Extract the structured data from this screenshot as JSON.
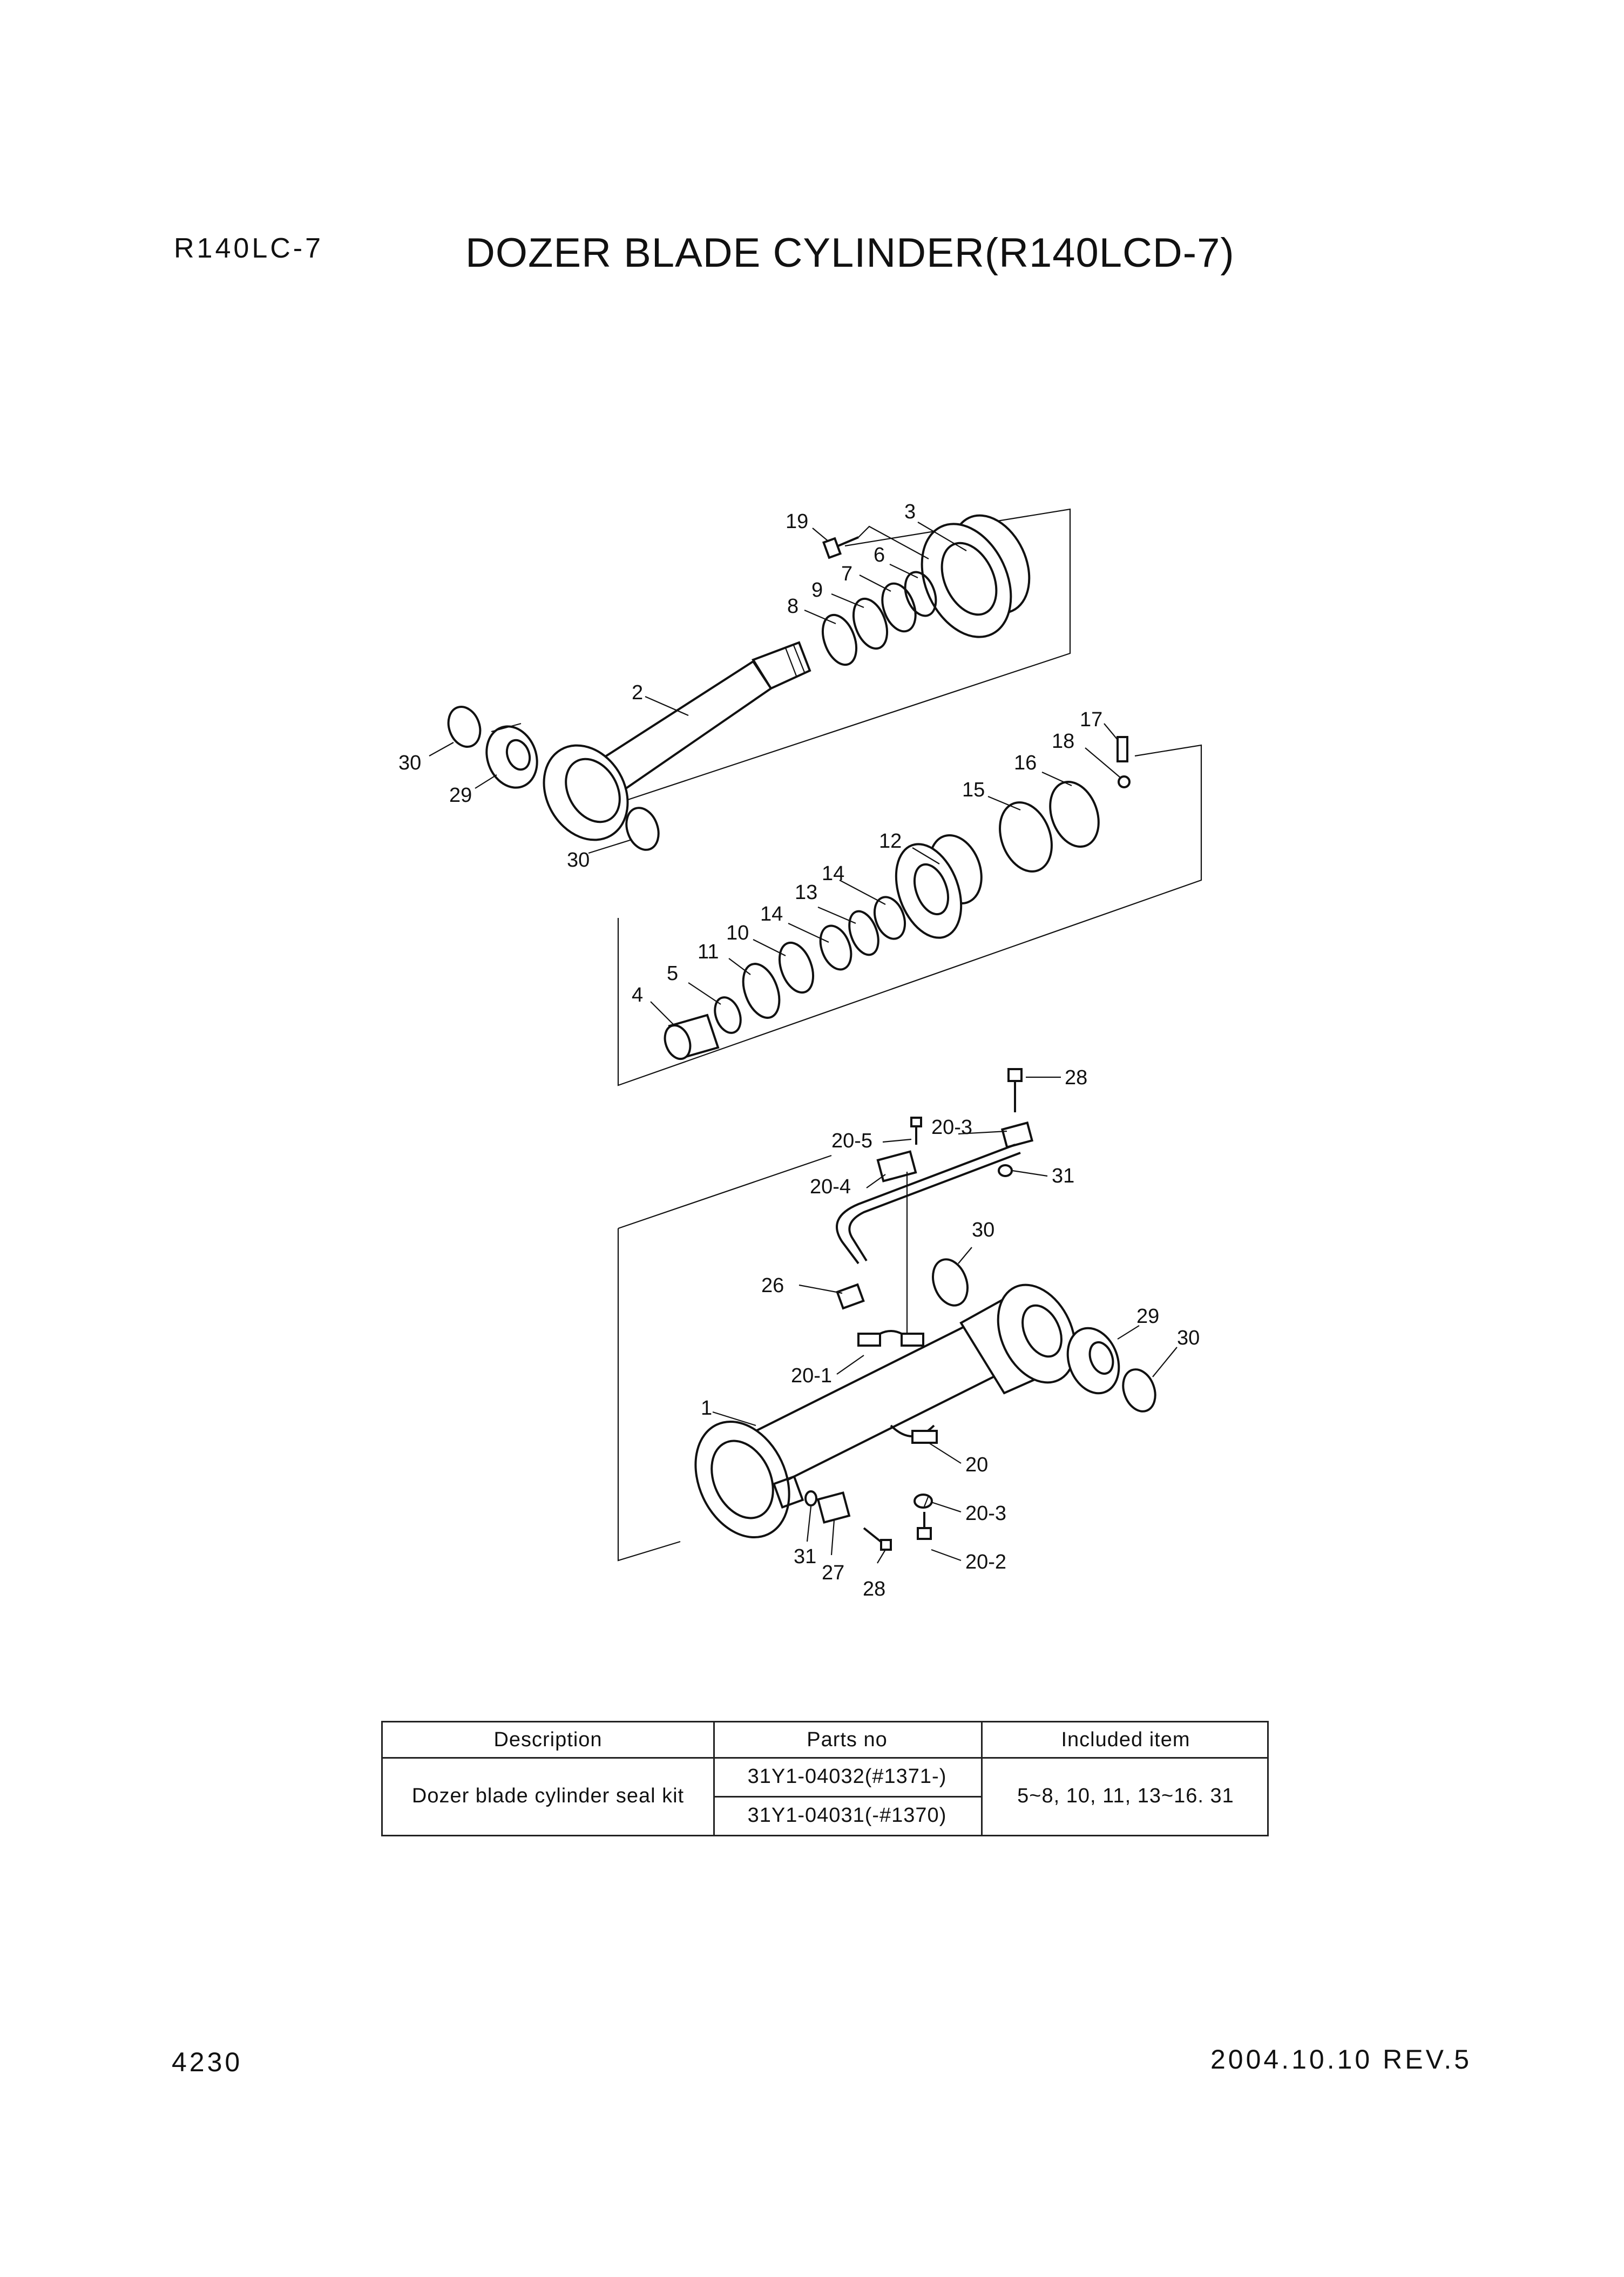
{
  "header": {
    "model_code": "R140LC-7",
    "title": "DOZER BLADE CYLINDER(R140LCD-7)"
  },
  "diagram": {
    "callouts": [
      {
        "id": "c19",
        "label": "19"
      },
      {
        "id": "c3",
        "label": "3"
      },
      {
        "id": "c7",
        "label": "7"
      },
      {
        "id": "c6",
        "label": "6"
      },
      {
        "id": "c9",
        "label": "9"
      },
      {
        "id": "c8",
        "label": "8"
      },
      {
        "id": "c2",
        "label": "2"
      },
      {
        "id": "c17",
        "label": "17"
      },
      {
        "id": "c18",
        "label": "18"
      },
      {
        "id": "c16",
        "label": "16"
      },
      {
        "id": "c15",
        "label": "15"
      },
      {
        "id": "c30a",
        "label": "30"
      },
      {
        "id": "c29a",
        "label": "29"
      },
      {
        "id": "c30b",
        "label": "30"
      },
      {
        "id": "c12",
        "label": "12"
      },
      {
        "id": "c14a",
        "label": "14"
      },
      {
        "id": "c13",
        "label": "13"
      },
      {
        "id": "c14b",
        "label": "14"
      },
      {
        "id": "c10",
        "label": "10"
      },
      {
        "id": "c11",
        "label": "11"
      },
      {
        "id": "c5",
        "label": "5"
      },
      {
        "id": "c4",
        "label": "4"
      },
      {
        "id": "c28a",
        "label": "28"
      },
      {
        "id": "c20_5",
        "label": "20-5"
      },
      {
        "id": "c20_3a",
        "label": "20-3"
      },
      {
        "id": "c31a",
        "label": "31"
      },
      {
        "id": "c20_4",
        "label": "20-4"
      },
      {
        "id": "c30c",
        "label": "30"
      },
      {
        "id": "c26",
        "label": "26"
      },
      {
        "id": "c29b",
        "label": "29"
      },
      {
        "id": "c30d",
        "label": "30"
      },
      {
        "id": "c20_1",
        "label": "20-1"
      },
      {
        "id": "c1",
        "label": "1"
      },
      {
        "id": "c20",
        "label": "20"
      },
      {
        "id": "c20_3b",
        "label": "20-3"
      },
      {
        "id": "c31b",
        "label": "31"
      },
      {
        "id": "c27",
        "label": "27"
      },
      {
        "id": "c28b",
        "label": "28"
      },
      {
        "id": "c20_2",
        "label": "20-2"
      }
    ]
  },
  "table": {
    "headers": {
      "description": "Description",
      "parts_no": "Parts no",
      "included_item": "Included item"
    },
    "rows": [
      {
        "description": "Dozer blade cylinder seal kit",
        "parts_no_1": "31Y1-04032(#1371-)",
        "parts_no_2": "31Y1-04031(-#1370)",
        "included_item": "5~8, 10, 11, 13~16. 31"
      }
    ]
  },
  "footer": {
    "page_number": "4230",
    "revision": "2004.10.10  REV.5"
  }
}
